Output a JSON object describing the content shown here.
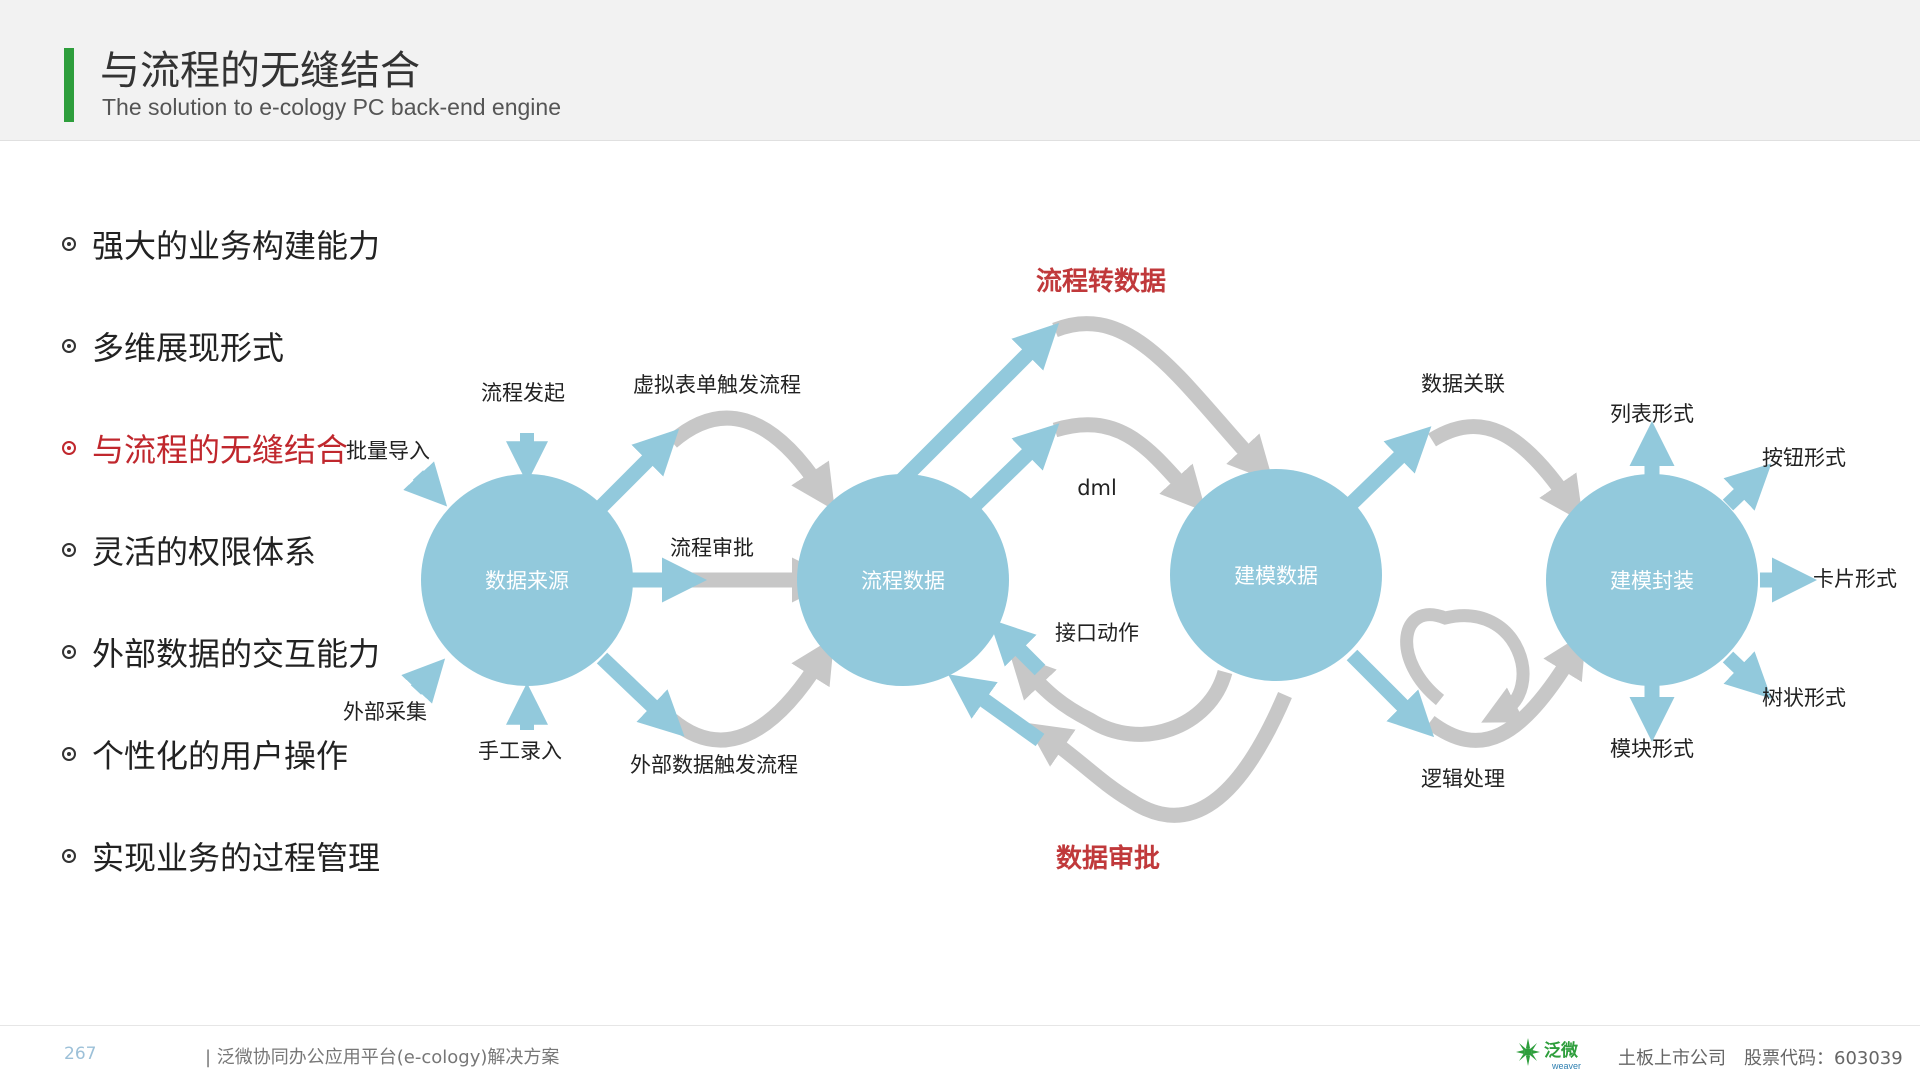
{
  "header": {
    "title": "与流程的无缝结合",
    "subtitle": "The solution to e-cology PC back-end engine"
  },
  "bullets": [
    {
      "label": "强大的业务构建能力",
      "active": false
    },
    {
      "label": "多维展现形式",
      "active": false
    },
    {
      "label": "与流程的无缝结合",
      "active": true
    },
    {
      "label": "灵活的权限体系",
      "active": false
    },
    {
      "label": "外部数据的交互能力",
      "active": false
    },
    {
      "label": "个性化的用户操作",
      "active": false
    },
    {
      "label": "实现业务的过程管理",
      "active": false
    }
  ],
  "diagram": {
    "nodes": {
      "data_source": "数据来源",
      "workflow_data": "流程数据",
      "modeling_data": "建模数据",
      "modeling_package": "建模封装"
    },
    "labels": {
      "workflow_start": "流程发起",
      "batch_import": "批量导入",
      "external_collect": "外部采集",
      "manual_entry": "手工录入",
      "virtual_form_trigger": "虚拟表单触发流程",
      "workflow_approval": "流程审批",
      "external_data_trigger": "外部数据触发流程",
      "workflow_to_data": "流程转数据",
      "dml": "dml",
      "interface_action": "接口动作",
      "data_approval": "数据审批",
      "data_relation": "数据关联",
      "logic_processing": "逻辑处理",
      "list_form": "列表形式",
      "button_form": "按钮形式",
      "card_form": "卡片形式",
      "tree_form": "树状形式",
      "module_form": "模块形式"
    },
    "colors": {
      "node": "#92c9dc",
      "blue_arrow": "#92c9dc",
      "gray_arrow": "#c7c7c7",
      "red_label": "#c0393b",
      "active_bullet": "#c0272d",
      "header_accent": "#2e9e3c"
    }
  },
  "footer": {
    "page_number": "267",
    "doc_title": "| 泛微协同办公应用平台(e-cology)解决方案",
    "logo_text": "泛微",
    "logo_subtext": "weaver",
    "company": "土板上市公司",
    "stock_code": "股票代码：603039"
  }
}
